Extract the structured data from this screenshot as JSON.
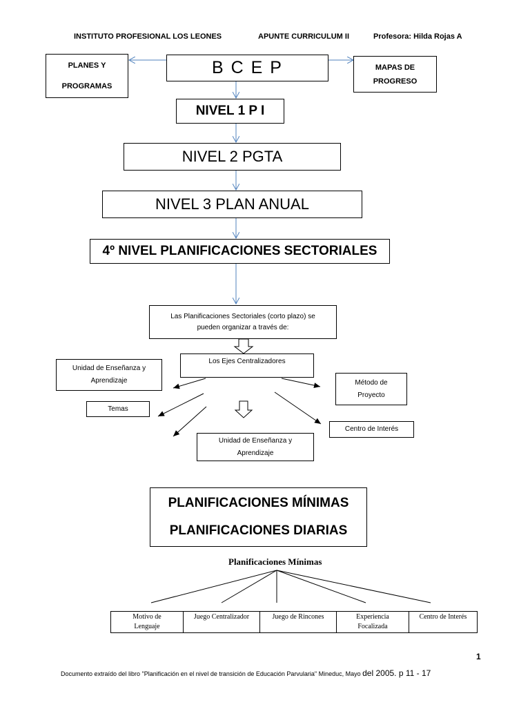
{
  "header": {
    "institute": "INSTITUTO PROFESIONAL LOS LEONES",
    "course": "APUNTE CURRICULUM II",
    "teacher": "Profesora: Hilda Rojas A"
  },
  "top": {
    "bcep": "B C E P",
    "planes_line1": "PLANES Y",
    "planes_line2": "PROGRAMAS",
    "mapas_line1": "MAPAS DE",
    "mapas_line2": "PROGRESO"
  },
  "levels": {
    "nivel1": "NIVEL 1  P I",
    "nivel2": "NIVEL 2   PGTA",
    "nivel3": "NIVEL 3    PLAN ANUAL",
    "nivel4": "4º NIVEL    PLANIFICACIONES SECTORIALES"
  },
  "sectoriales": {
    "intro_line1": "Las Planificaciones Sectoriales (corto plazo) se",
    "intro_line2": "pueden organizar a través de:",
    "ejes": "Los Ejes Centralizadores",
    "unidad_left_line1": "Unidad de Enseñanza y",
    "unidad_left_line2": "Aprendizaje",
    "temas": "Temas",
    "metodo_line1": "Método de",
    "metodo_line2": "Proyecto",
    "centro": "Centro de Interés",
    "unidad_bottom_line1": "Unidad de Enseñanza y",
    "unidad_bottom_line2": "Aprendizaje"
  },
  "minimas": {
    "box_line1": "PLANIFICACIONES MÍNIMAS",
    "box_line2": "PLANIFICACIONES DIARIAS",
    "tree_title": "Planificaciones Mínimas",
    "cells": [
      {
        "line1": "Motivo de",
        "line2": "Lenguaje"
      },
      {
        "line1": "Juego Centralizador",
        "line2": ""
      },
      {
        "line1": "Juego de Rincones",
        "line2": ""
      },
      {
        "line1": "Experiencia",
        "line2": "Focalizada"
      },
      {
        "line1": "Centro de Interés",
        "line2": ""
      }
    ]
  },
  "footer": {
    "page_number": "1",
    "source_text": "Documento extraído del libro \"Planificación en el nivel de transición de Educación Parvularia\" Mineduc, Mayo ",
    "source_year": "del 2005. p 11 - 17"
  },
  "colors": {
    "arrow_blue": "#4f81bd",
    "line_black": "#000000"
  }
}
